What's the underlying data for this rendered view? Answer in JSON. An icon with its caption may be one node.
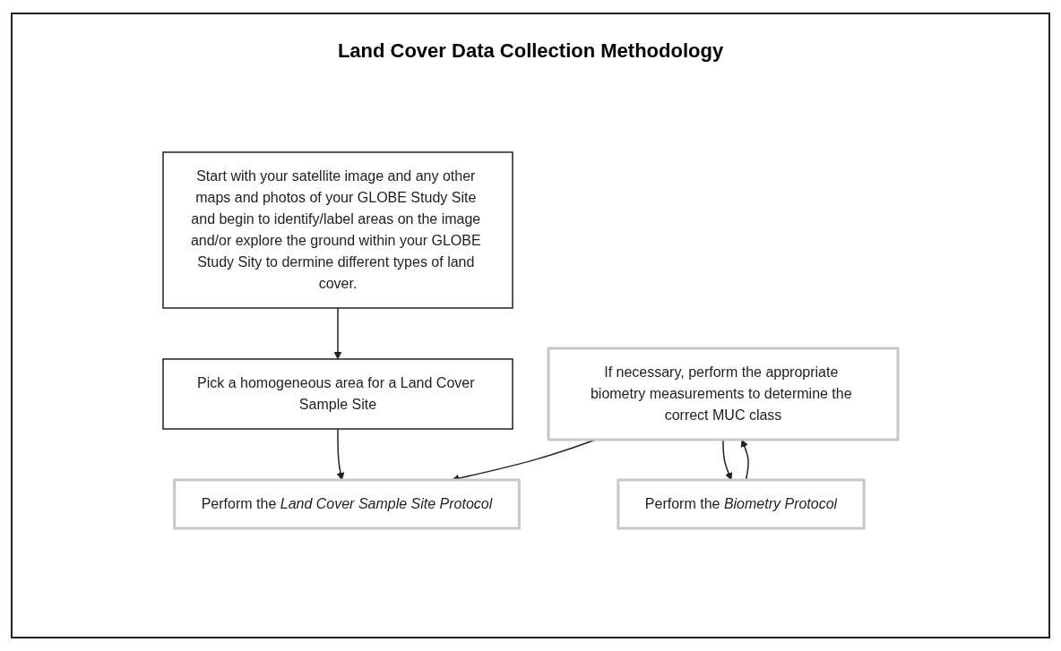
{
  "diagram": {
    "title": "Land Cover Data Collection Methodology",
    "nodes": [
      {
        "text": [
          "Start with your satellite image and any other maps and photos of your GLOBE Study Site and begin to identify/label areas on the image and/or explore the ground within your GLOBE Study Sity to dermine different types of land cover."
        ]
      },
      {
        "text": [
          "Pick a homogeneous area for a Land Cover Sample Site"
        ]
      },
      {
        "text": [
          "Perform the *Land Cover Sample Site Protocol*"
        ]
      },
      {
        "text": [
          "If necessary, perform the appropriate biometry measurements to determine the correct MUC class"
        ]
      },
      {
        "text": [
          "Perform the *Biometry Protocol*"
        ]
      }
    ],
    "edges": [
      {
        "from": 0,
        "to": 1,
        "arrow": "to"
      },
      {
        "from": 1,
        "to": 2,
        "arrow": "to"
      },
      {
        "from": 3,
        "to": 2,
        "arrow": "to"
      },
      {
        "from": 3,
        "to": 4,
        "arrow": "to"
      },
      {
        "from": 4,
        "to": 3,
        "arrow": "to"
      }
    ]
  }
}
